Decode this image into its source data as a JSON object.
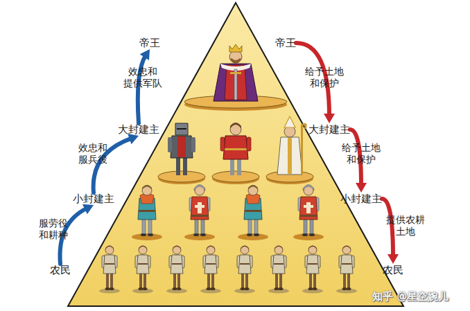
{
  "diagram": {
    "nodes": [
      {
        "text": [
          "帝王"
        ]
      },
      {
        "text": [
          "帝王"
        ]
      },
      {
        "text": [
          "大封建主"
        ]
      },
      {
        "text": [
          "大封建主"
        ]
      },
      {
        "text": [
          "小封建主"
        ]
      },
      {
        "text": [
          "小封建主"
        ]
      },
      {
        "text": [
          "农民"
        ]
      },
      {
        "text": [
          "农民"
        ]
      }
    ],
    "edges": [
      {
        "from": 6,
        "to": 4,
        "label": "服劳役 和耕种",
        "arrow": "to"
      },
      {
        "from": 4,
        "to": 2,
        "label": "效忠和 服兵役",
        "arrow": "to"
      },
      {
        "from": 2,
        "to": 0,
        "label": "效忠和 提供军队",
        "arrow": "to"
      },
      {
        "from": 1,
        "to": 3,
        "label": "给予土地 和保护",
        "arrow": "to"
      },
      {
        "from": 3,
        "to": 5,
        "label": "给予土地 和保护",
        "arrow": "to"
      },
      {
        "from": 5,
        "to": 7,
        "label": "提供农耕 土地",
        "arrow": "to"
      }
    ],
    "labels": [
      "知乎 @星空婉儿"
    ]
  }
}
